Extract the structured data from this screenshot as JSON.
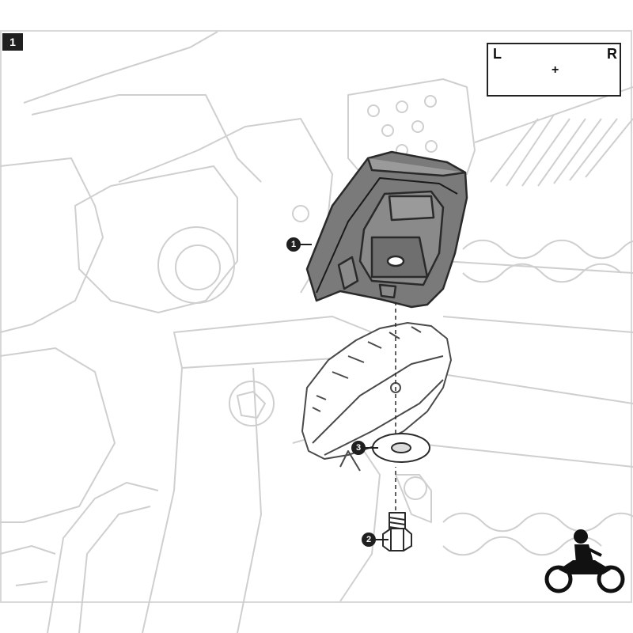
{
  "step": {
    "number": "1"
  },
  "side_indicator": {
    "left_label": "L",
    "right_label": "R",
    "joiner": "+",
    "icon": "motorcycle-rider-icon"
  },
  "callouts": [
    {
      "number": "1",
      "part_icon": "footpeg-extender-icon"
    },
    {
      "number": "2",
      "part_icon": "bolt-icon"
    },
    {
      "number": "3",
      "part_icon": "washer-icon"
    }
  ],
  "colors": {
    "line": "#cfcfcf",
    "dark_line": "#2a2a2a",
    "part_fill": "#7a7a7a",
    "part_fill_light": "#9a9a9a",
    "badge": "#1f1f1f"
  }
}
